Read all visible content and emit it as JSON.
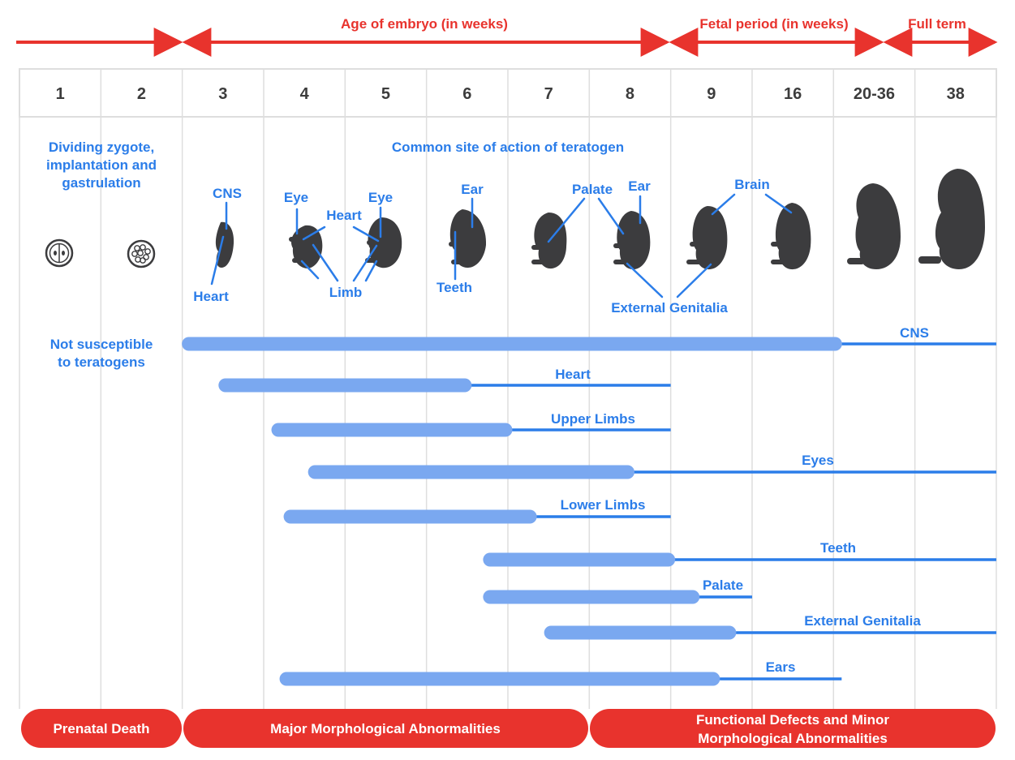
{
  "header": {
    "embryo_label": "Age of embryo (in weeks)",
    "fetal_label": "Fetal period (in weeks)",
    "fullterm_label": "Full term"
  },
  "weeks": [
    "1",
    "2",
    "3",
    "4",
    "5",
    "6",
    "7",
    "8",
    "9",
    "16",
    "20-36",
    "38"
  ],
  "labels": {
    "zygote": [
      "Dividing zygote,",
      "implantation and",
      "gastrulation"
    ],
    "common_site": "Common site of action of teratogen",
    "not_susceptible": [
      "Not susceptible",
      "to teratogens"
    ],
    "cns": "CNS",
    "heart": "Heart",
    "eye": "Eye",
    "limb": "Limb",
    "ear": "Ear",
    "teeth": "Teeth",
    "palate": "Palate",
    "brain": "Brain",
    "external_genitalia": "External Genitalia"
  },
  "periods": [
    {
      "name": "CNS",
      "thick_from": 2.0,
      "thick_to": 10.1,
      "thin_to": 12.0
    },
    {
      "name": "Heart",
      "thick_from": 2.45,
      "thick_to": 5.55,
      "thin_to": 8.0
    },
    {
      "name": "Upper Limbs",
      "thick_from": 3.1,
      "thick_to": 6.05,
      "thin_to": 8.0
    },
    {
      "name": "Eyes",
      "thick_from": 3.55,
      "thick_to": 7.55,
      "thin_to": 12.0
    },
    {
      "name": "Lower Limbs",
      "thick_from": 3.25,
      "thick_to": 6.35,
      "thin_to": 8.0
    },
    {
      "name": "Teeth",
      "thick_from": 5.7,
      "thick_to": 8.05,
      "thin_to": 12.0
    },
    {
      "name": "Palate",
      "thick_from": 5.7,
      "thick_to": 8.35,
      "thin_to": 9.0
    },
    {
      "name": "External Genitalia",
      "thick_from": 6.45,
      "thick_to": 8.8,
      "thin_to": 12.0
    },
    {
      "name": "Ears",
      "thick_from": 3.2,
      "thick_to": 8.6,
      "thin_to": 10.1
    }
  ],
  "outcomes": [
    {
      "lines": [
        "Prenatal Death"
      ]
    },
    {
      "lines": [
        "Major Morphological Abnormalities"
      ]
    },
    {
      "lines": [
        "Functional Defects and Minor",
        "Morphological Abnormalities"
      ]
    }
  ],
  "colors": {
    "red": "#e8332d",
    "blue_text": "#2b7de9",
    "bar_thick": "#7aa8f0",
    "bar_thin": "#2b7de9",
    "fetus": "#3c3c3e",
    "grid": "#dedede"
  }
}
